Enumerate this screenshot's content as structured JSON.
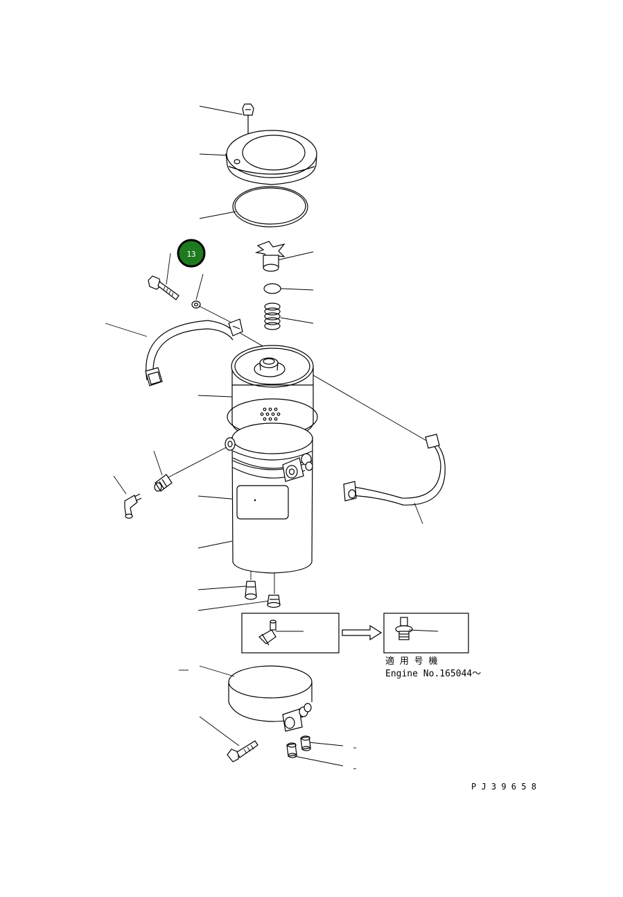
{
  "diagram": {
    "callout": {
      "label": "13",
      "color": "#1f7a1f"
    },
    "applicability": {
      "title": "適 用 号 機",
      "text": "Engine No.165044〜"
    },
    "drawing_number": "P J 3 9 6 5 8"
  }
}
